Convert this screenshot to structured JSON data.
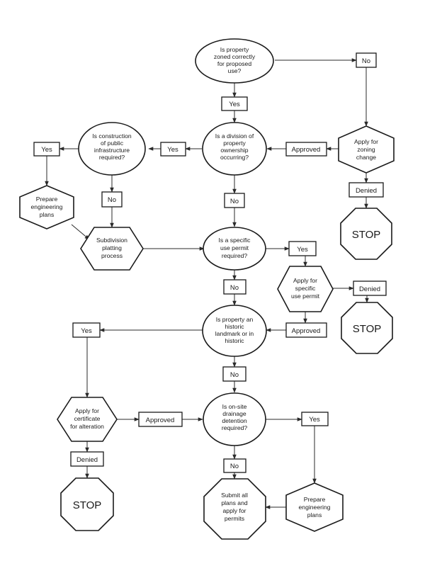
{
  "nodes": {
    "q_zoned": [
      "Is property",
      "zoned correctly",
      "for proposed",
      "use?"
    ],
    "q_division": [
      "Is a division of",
      "property",
      "ownership",
      "occurring?"
    ],
    "q_infra": [
      "Is construction",
      "of public",
      "infrastructure",
      "required?"
    ],
    "a_zoning": [
      "Apply for",
      "zoning",
      "change"
    ],
    "p_eng1": [
      "Prepare",
      "engineering",
      "plans"
    ],
    "p_subdiv": [
      "Subdivision",
      "platting",
      "process"
    ],
    "q_sup": [
      "Is a specific",
      "use permit",
      "required?"
    ],
    "a_sup": [
      "Apply for",
      "specific",
      "use permit"
    ],
    "q_hist": [
      "Is property an",
      "historic",
      "landmark or in",
      "historic"
    ],
    "a_cert": [
      "Apply for",
      "certificate",
      "for alteration"
    ],
    "q_drain": [
      "Is on-site",
      "drainage",
      "detention",
      "required?"
    ],
    "p_submit": [
      "Submit all",
      "plans and",
      "apply for",
      "permits"
    ],
    "p_eng2": [
      "Prepare",
      "engineering",
      "plans"
    ],
    "stop1": "STOP",
    "stop2": "STOP",
    "stop3": "STOP"
  },
  "labels": {
    "no_zoned": "No",
    "yes_zoned": "Yes",
    "approved_zoning": "Approved",
    "denied_zoning": "Denied",
    "yes_division": "Yes",
    "yes_infra": "Yes",
    "no_infra": "No",
    "no_division": "No",
    "yes_sup": "Yes",
    "no_sup": "No",
    "denied_sup": "Denied",
    "approved_sup": "Approved",
    "yes_hist": "Yes",
    "no_hist": "No",
    "approved_cert": "Approved",
    "denied_cert": "Denied",
    "yes_drain": "Yes",
    "no_drain": "No"
  }
}
